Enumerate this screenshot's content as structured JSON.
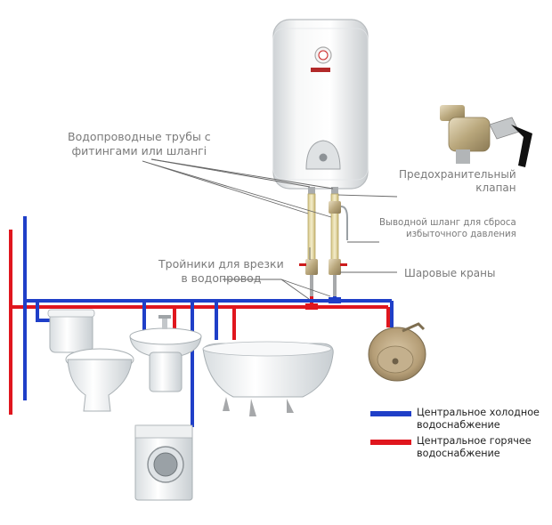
{
  "labels": {
    "pipes_line1": "Водопроводные трубы с",
    "pipes_line2": "фитингами или шлангi",
    "valve_line1": "Предохранительный",
    "valve_line2": "клапан",
    "hose_line1": "Выводной шланг для сброса",
    "hose_line2": "избыточного давления",
    "tees_line1": "Тройники для врезки",
    "tees_line2": "в водопровод",
    "ball_valves": "Шаровые краны"
  },
  "legend": {
    "cold_line1": "Центральное холодное",
    "cold_line2": "водоснабжение",
    "hot_line1": "Центральное горячее",
    "hot_line2": "водоснабжение"
  },
  "colors": {
    "cold": "#1f3fc8",
    "hot": "#e0161e",
    "label_text": "#7a7a7a"
  },
  "icons": [
    "water-heater-icon",
    "safety-valve-icon",
    "toilet-icon",
    "sink-icon",
    "bathtub-icon",
    "washing-machine-icon",
    "kitchen-sink-icon"
  ]
}
